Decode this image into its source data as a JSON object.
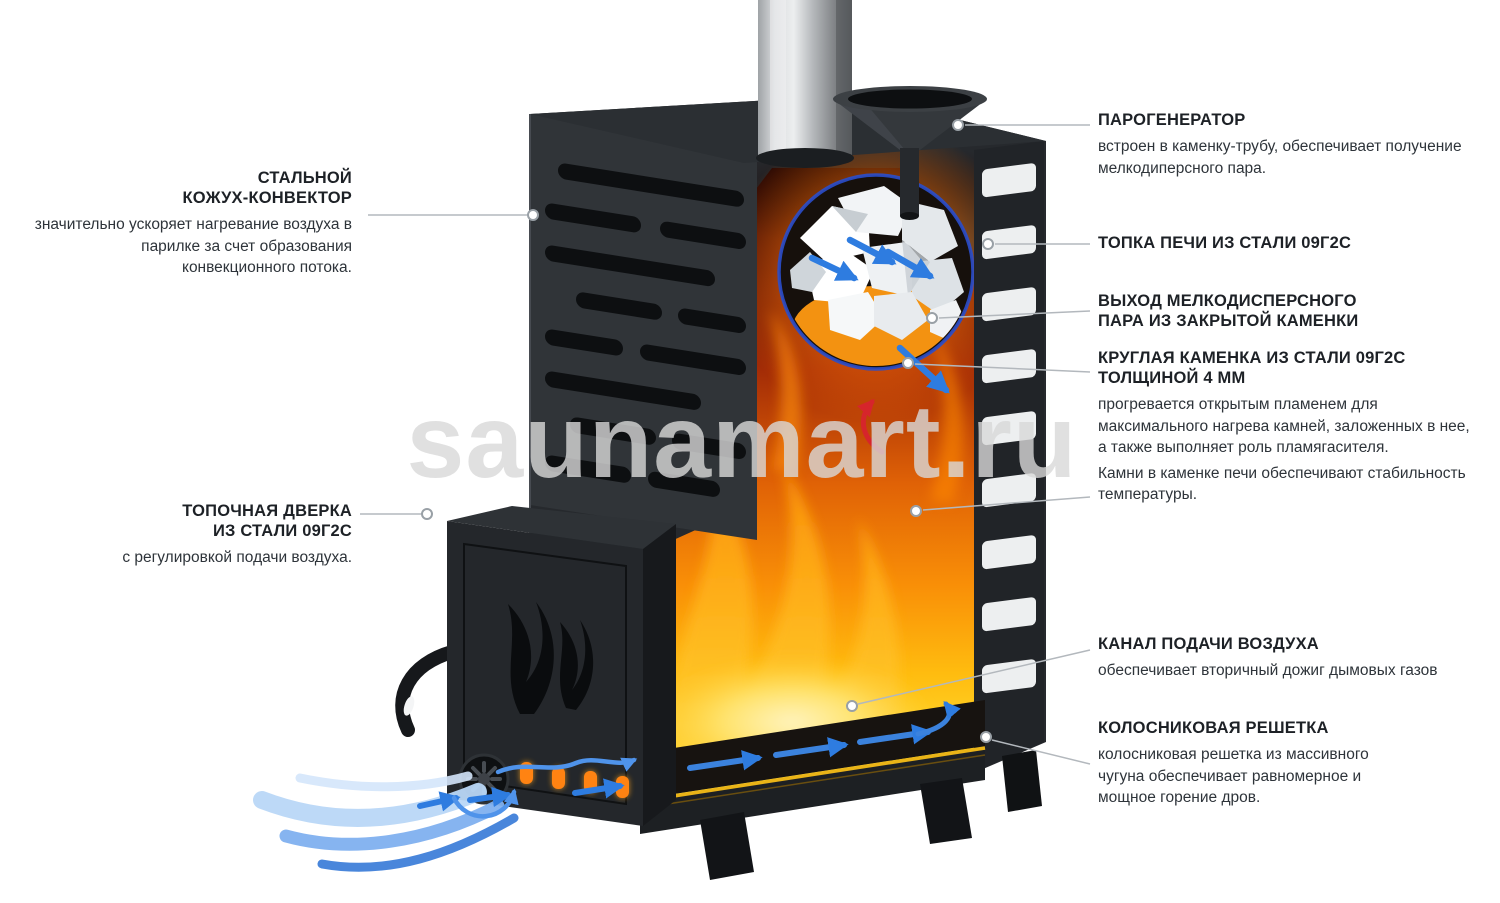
{
  "watermark": "saunamart.ru",
  "colors": {
    "body_dark": "#26292d",
    "fire_orange": "#f98f07",
    "gold_trim": "#eab417",
    "blue_arrow": "#2e7ce0",
    "red_arrow": "#d6252b",
    "kamenka_ring_blue": "#2a4ecb",
    "callout_line": "#b3b8bd"
  },
  "callouts": {
    "left": [
      {
        "title_lines": [
          "СТАЛЬНОЙ",
          "КОЖУХ-КОНВЕКТОР"
        ],
        "description": "значительно ускоряет нагревание воздуха в парилке за счет образования конвекционного потока."
      },
      {
        "title_lines": [
          "ТОПОЧНАЯ ДВЕРКА",
          "ИЗ СТАЛИ 09Г2С"
        ],
        "description": "с регулировкой подачи воздуха."
      }
    ],
    "right": [
      {
        "title_lines": [
          "ПАРОГЕНЕРАТОР"
        ],
        "description": "встроен в каменку-трубу, обеспечивает получение мелкодиперсного пара."
      },
      {
        "title_lines": [
          "ТОПКА ПЕЧИ ИЗ СТАЛИ 09Г2С"
        ]
      },
      {
        "title_lines": [
          "ВЫХОД МЕЛКОДИСПЕРСНОГО",
          "ПАРА ИЗ ЗАКРЫТОЙ КАМЕНКИ"
        ]
      },
      {
        "title_lines": [
          "КРУГЛАЯ КАМЕНКА ИЗ СТАЛИ 09Г2С",
          "ТОЛЩИНОЙ 4 ММ"
        ],
        "description": "прогревается открытым пламенем для максимального нагрева камней, заложенных в нее, а также выполняет роль пламягасителя.",
        "description2": "Камни в каменке печи обеспечивают стабильность температуры."
      },
      {
        "title_lines": [
          "КАНАЛ ПОДАЧИ ВОЗДУХА"
        ],
        "description": "обеспечивает вторичный дожиг дымовых газов"
      },
      {
        "title_lines": [
          "КОЛОСНИКОВАЯ РЕШЕТКА"
        ],
        "description": "колосниковая решетка из массивного чугуна обеспечивает равномерное и мощное горение дров."
      }
    ]
  }
}
